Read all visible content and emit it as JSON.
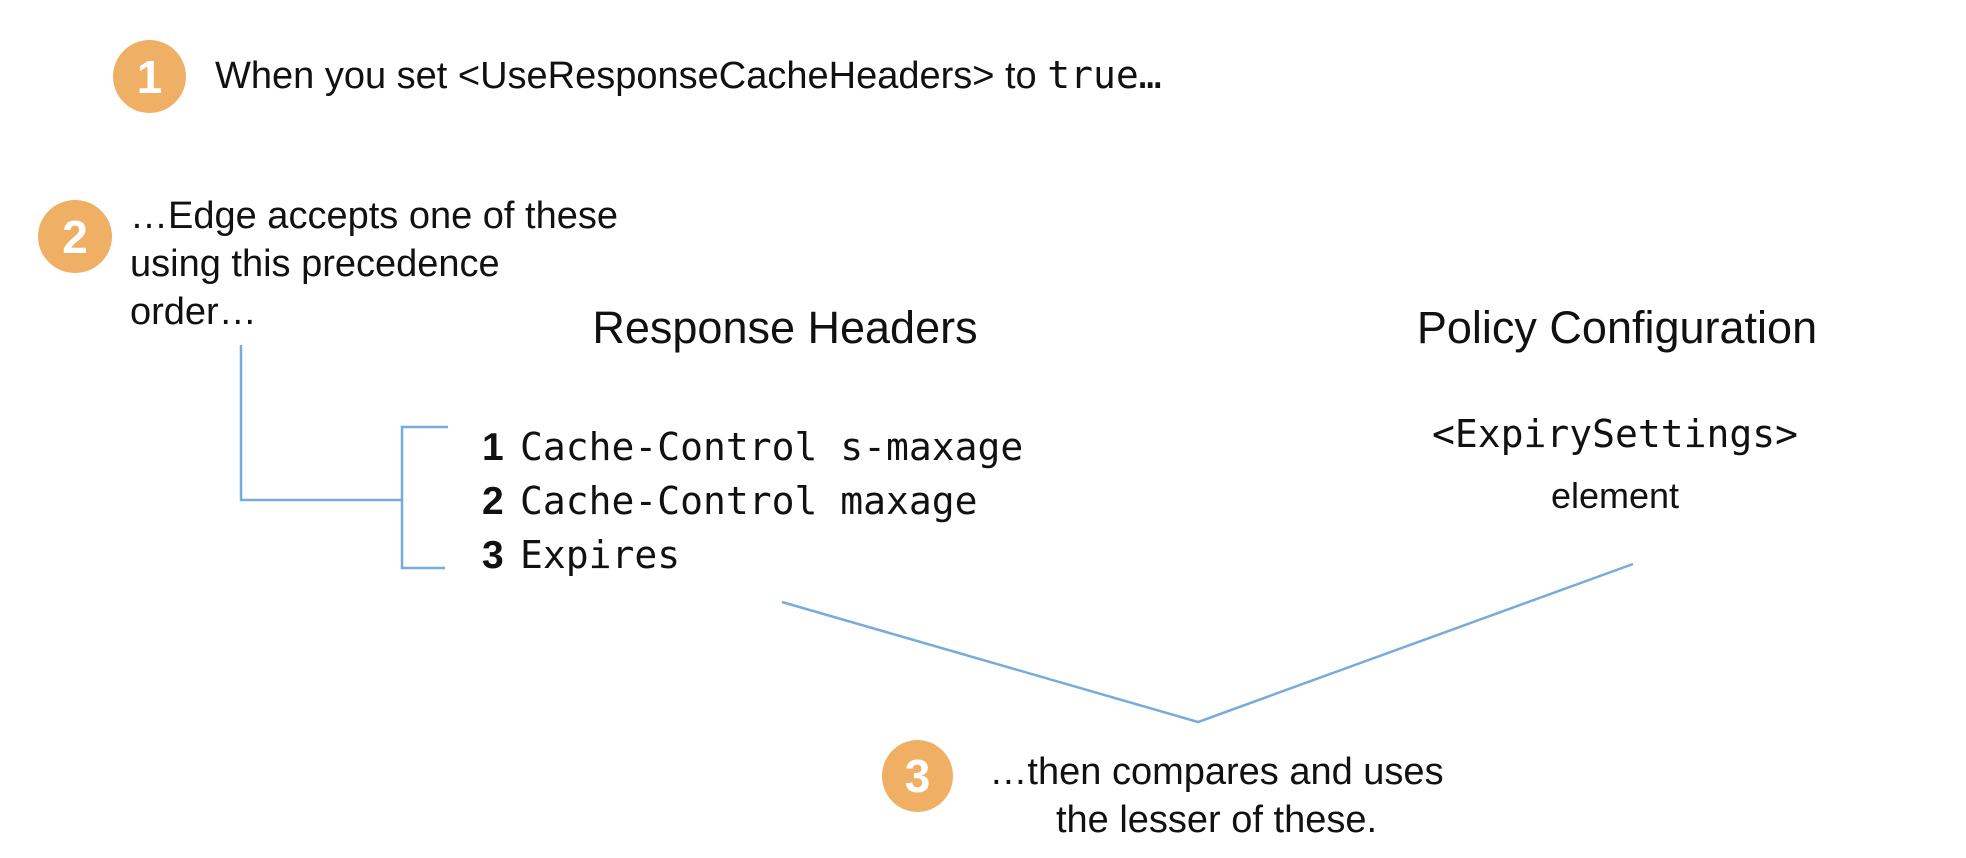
{
  "colors": {
    "accent_orange": "#EFAF64",
    "accent_blue": "#74ACDC",
    "text": "#111111"
  },
  "steps": {
    "step1": {
      "number": "1",
      "text_prefix": "When you set <UseResponseCacheHeaders> to ",
      "code": "true",
      "text_suffix": "…"
    },
    "step2": {
      "number": "2",
      "lines": [
        "…Edge accepts one of these",
        "using this precedence",
        "order…"
      ]
    },
    "step3": {
      "number": "3",
      "lines": [
        "…then compares and uses",
        "the lesser of these."
      ]
    }
  },
  "response_headers": {
    "title": "Response Headers",
    "items": [
      {
        "rank": "1",
        "value": "Cache-Control s-maxage"
      },
      {
        "rank": "2",
        "value": "Cache-Control maxage"
      },
      {
        "rank": "3",
        "value": "Expires"
      }
    ]
  },
  "policy_configuration": {
    "title": "Policy Configuration",
    "code": "<ExpirySettings>",
    "caption": "element"
  }
}
